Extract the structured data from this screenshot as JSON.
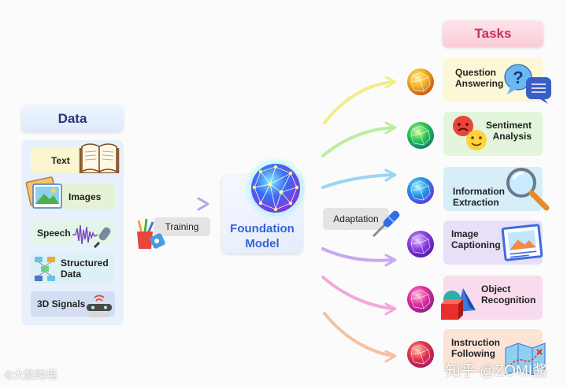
{
  "data_section": {
    "title": "Data",
    "items": [
      {
        "label": "Text",
        "icon": "book-icon",
        "color": "#fbf6cf"
      },
      {
        "label": "Images",
        "icon": "photo-icon",
        "color": "#e6f2d6"
      },
      {
        "label": "Speech",
        "icon": "microphone-icon",
        "color": "#e2f5e8"
      },
      {
        "label": "Structured\nData",
        "icon": "flowchart-icon",
        "color": "#dcf1f4"
      },
      {
        "label": "3D Signals",
        "icon": "sensor-icon",
        "color": "#d4def3"
      }
    ]
  },
  "training_label": "Training",
  "foundation_label": "Foundation\nModel",
  "adaptation_label": "Adaptation",
  "tasks_section": {
    "title": "Tasks",
    "items": [
      {
        "label": "Question\nAnswering",
        "icon": "question-bubble-icon",
        "color": "#fcf7d6",
        "arrow": "#f4ec86",
        "sphere": "#e6a81a"
      },
      {
        "label": "Sentiment\nAnalysis",
        "icon": "emoji-faces-icon",
        "color": "#e3f6dc",
        "arrow": "#b9ee9e",
        "sphere": "#2bc255"
      },
      {
        "label": "Information\nExtraction",
        "icon": "magnifier-icon",
        "color": "#d6eef8",
        "arrow": "#98d5f2",
        "sphere": "#1d93e6"
      },
      {
        "label": "Image\nCaptioning",
        "icon": "picture-frame-icon",
        "color": "#e8e0f8",
        "arrow": "#c8a8f2",
        "sphere": "#8a3de0"
      },
      {
        "label": "Object\nRecognition",
        "icon": "3d-shapes-icon",
        "color": "#f8dcee",
        "arrow": "#f3a8d8",
        "sphere": "#e02f9a"
      },
      {
        "label": "Instruction\nFollowing",
        "icon": "map-icon",
        "color": "#fbe4d6",
        "arrow": "#f6c0a0",
        "sphere": "#e43048"
      }
    ]
  },
  "watermark_left": "©大数跨境",
  "watermark_right": "知乎 @ZOMI酱"
}
